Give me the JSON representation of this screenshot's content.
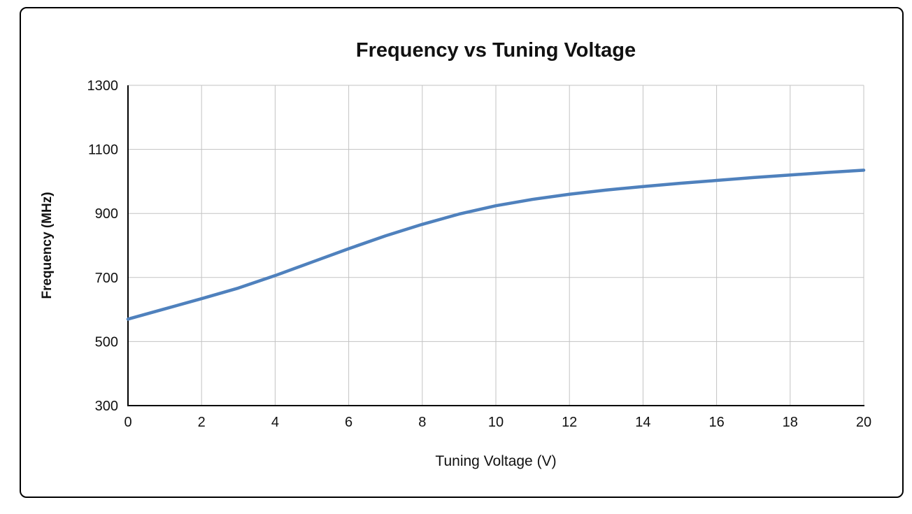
{
  "figure": {
    "title": "Frequency vs Tuning Voltage",
    "xlabel": "Tuning Voltage (V)",
    "ylabel": "Frequency (MHz)"
  },
  "chart_data": {
    "type": "line",
    "title": "Frequency vs Tuning Voltage",
    "xlabel": "Tuning Voltage (V)",
    "ylabel": "Frequency (MHz)",
    "xlim": [
      0,
      20
    ],
    "ylim": [
      300,
      1300
    ],
    "x_ticks": [
      0,
      2,
      4,
      6,
      8,
      10,
      12,
      14,
      16,
      18,
      20
    ],
    "y_ticks": [
      300,
      500,
      700,
      900,
      1100,
      1300
    ],
    "grid": true,
    "legend_position": "none",
    "series": [
      {
        "name": "Frequency",
        "color": "#4F81BD",
        "x": [
          0,
          1,
          2,
          3,
          4,
          5,
          6,
          7,
          8,
          9,
          10,
          11,
          12,
          13,
          14,
          15,
          16,
          17,
          18,
          19,
          20
        ],
        "values": [
          570,
          602,
          634,
          667,
          706,
          748,
          790,
          830,
          866,
          898,
          924,
          944,
          960,
          973,
          984,
          994,
          1003,
          1012,
          1020,
          1028,
          1035
        ]
      }
    ]
  },
  "colors": {
    "line": "#4F81BD",
    "grid": "#C3C3C3",
    "axis": "#000000",
    "border": "#000000",
    "text": "#111111"
  }
}
